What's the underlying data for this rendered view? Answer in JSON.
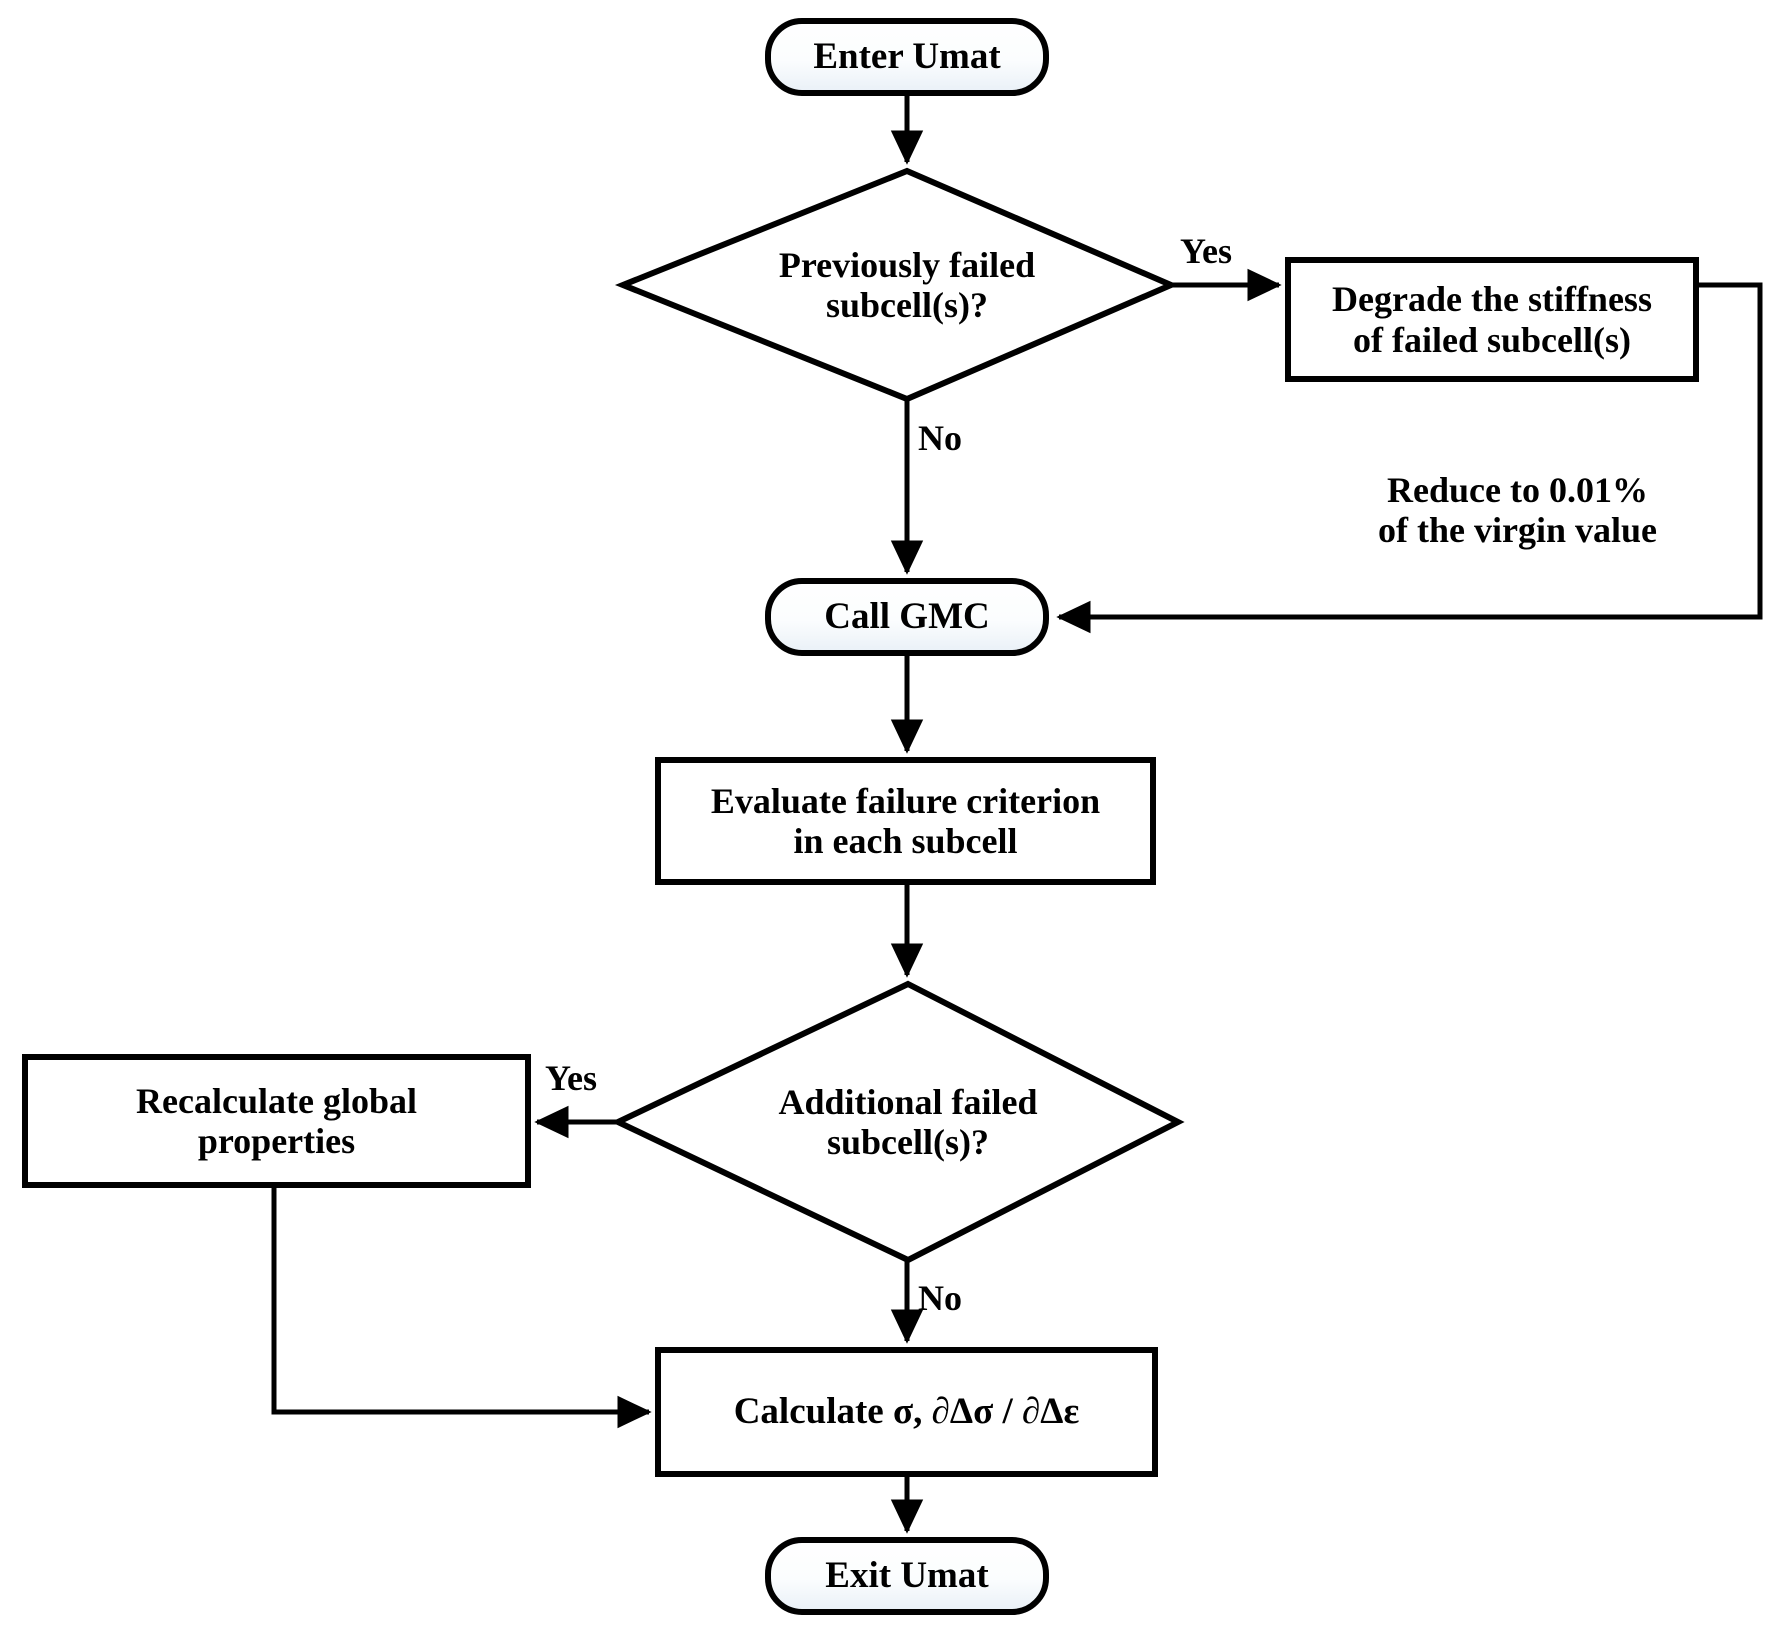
{
  "diagram": {
    "title": "UMAT failure analysis flowchart",
    "stroke_color": "#000000",
    "fill_color": "#ffffff",
    "node_gradient_top": "#ffffff",
    "node_gradient_bottom": "#eef3f8"
  },
  "nodes": {
    "enter_umat": {
      "label": "Enter Umat",
      "shape": "rounded-rectangle"
    },
    "previously_failed": {
      "label": "Previously failed\nsubcell(s)?",
      "shape": "diamond"
    },
    "degrade_stiffness": {
      "label": "Degrade the stiffness\nof failed subcell(s)",
      "shape": "rectangle"
    },
    "call_gmc": {
      "label": "Call GMC",
      "shape": "rounded-rectangle"
    },
    "evaluate_failure": {
      "label": "Evaluate failure criterion\nin each subcell",
      "shape": "rectangle"
    },
    "additional_failed": {
      "label": "Additional failed\nsubcell(s)?",
      "shape": "diamond"
    },
    "recalculate_global": {
      "label": "Recalculate global\nproperties",
      "shape": "rectangle"
    },
    "calculate_stress": {
      "label": "Calculate σ, ∂Δσ / ∂Δε",
      "shape": "rectangle"
    },
    "exit_umat": {
      "label": "Exit Umat",
      "shape": "rounded-rectangle"
    }
  },
  "edge_labels": {
    "yes_previously_failed": "Yes",
    "no_previously_failed": "No",
    "yes_additional_failed": "Yes",
    "no_additional_failed": "No"
  },
  "annotations": {
    "reduce_note": "Reduce to 0.01%\nof the virgin value"
  }
}
